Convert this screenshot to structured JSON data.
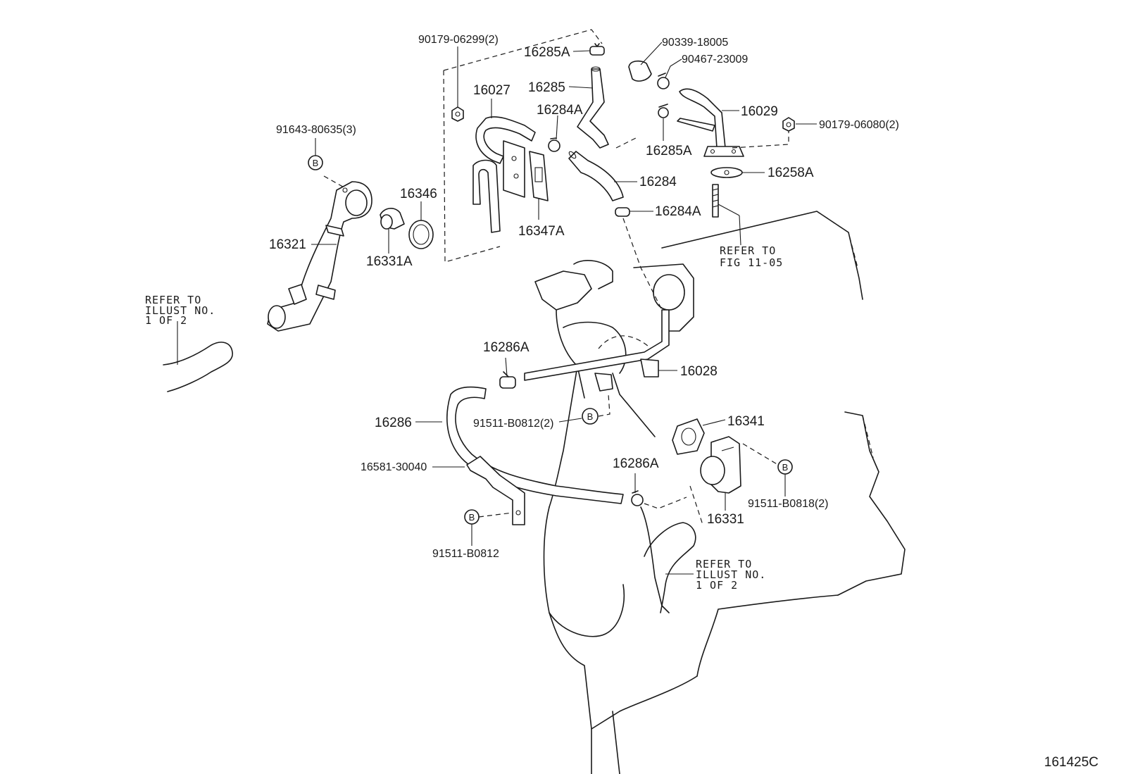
{
  "labels": {
    "p90179_06299": "90179-06299(2)",
    "p16285A_top": "16285A",
    "p90339_18005": "90339-18005",
    "p90467_23009": "90467-23009",
    "p16027": "16027",
    "p16285": "16285",
    "p16284A_top": "16284A",
    "p16029": "16029",
    "p90179_06080": "90179-06080(2)",
    "p91643_80635": "91643-80635(3)",
    "p16285A_mid": "16285A",
    "p16258A": "16258A",
    "p16346": "16346",
    "p16284": "16284",
    "p16284A_mid": "16284A",
    "p16347A": "16347A",
    "p16321": "16321",
    "p16331A": "16331A",
    "p16286A_top": "16286A",
    "p16028": "16028",
    "p16341": "16341",
    "p16286": "16286",
    "p91511_B0812_2": "91511-B0812(2)",
    "p16286A_bot": "16286A",
    "p16581_30040": "16581-30040",
    "p91511_B0818": "91511-B0818(2)",
    "p16331": "16331",
    "p91511_B0812": "91511-B0812",
    "ref_fig_1": "REFER TO",
    "ref_fig_2": "FIG 11-05",
    "ref_left_1": "REFER TO",
    "ref_left_2": "ILLUST NO.",
    "ref_left_3": "1 OF 2",
    "ref_right_1": "REFER TO",
    "ref_right_2": "ILLUST NO.",
    "ref_right_3": "1 OF 2",
    "figure_code": "161425C"
  },
  "bolt_marker": "B"
}
